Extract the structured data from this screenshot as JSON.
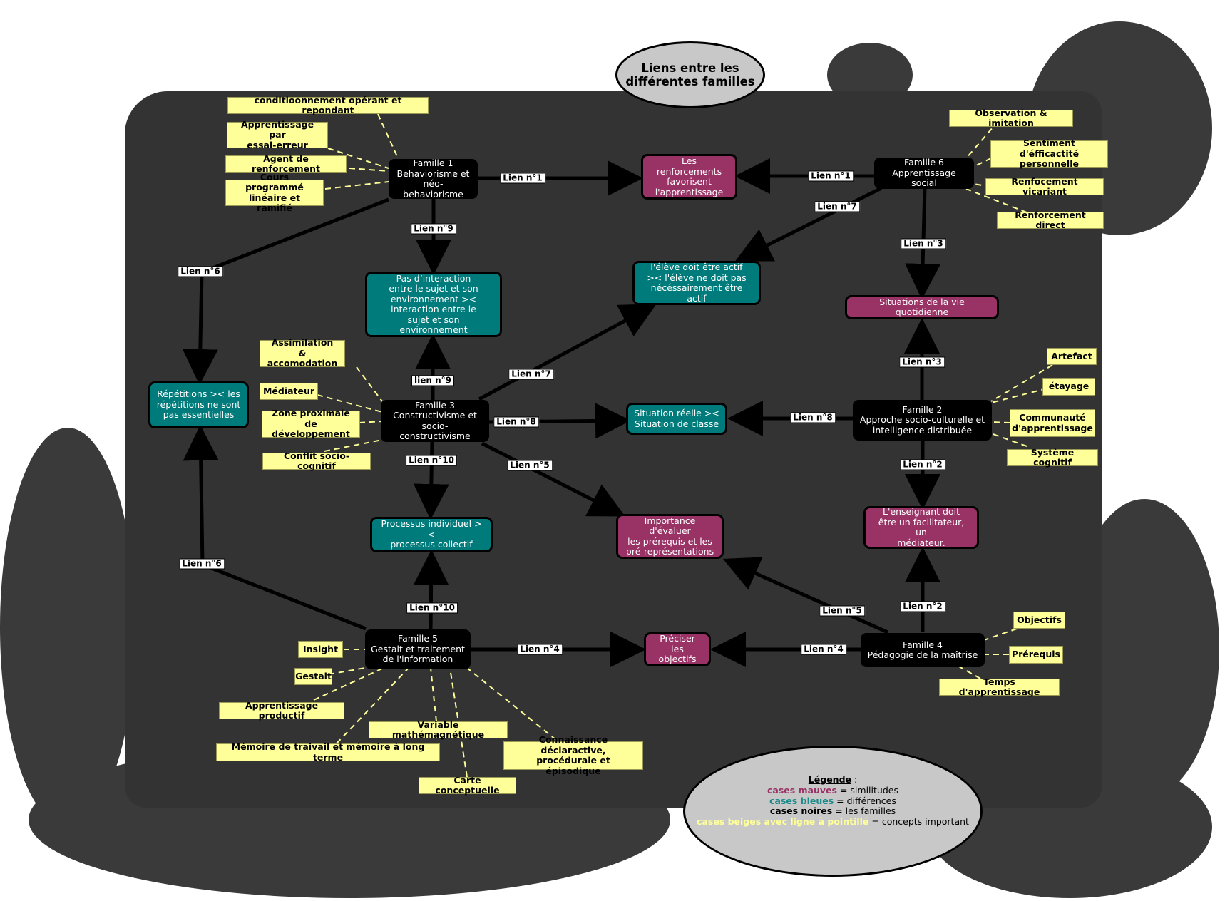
{
  "title": "Liens entre les\ndifférentes familles",
  "colors": {
    "background_panel": "#333333",
    "family": "#000000",
    "similarity_mauve": "#993366",
    "difference_teal": "#007b7b",
    "concept_beige": "#ffff99",
    "dashed_line": "#ffff99",
    "oval": "#c8c8c8"
  },
  "families": {
    "f1": "Famille 1\nBehaviorisme et\nnéo-behaviorisme",
    "f2": "Famille 2\nApproche socio-culturelle et\nintelligence distribuée",
    "f3": "Famille 3\nConstructivisme et\nsocio-constructivisme",
    "f4": "Famille 4\nPédagogie de la maîtrise",
    "f5": "Famille 5\nGestalt et traitement\nde l'information",
    "f6": "Famille 6\nApprentissage social"
  },
  "similarities": {
    "renforcements": "Les renforcements\nfavorisent\nl'apprentissage",
    "vie_quotidienne": "Situations de la vie quotidienne",
    "enseignant": "L'enseignant doit\nêtre un facilitateur, un\nmédiateur.",
    "prerequis": "Importance d'évaluer\nles prérequis et les\npré-représentations",
    "objectifs": "Préciser\nles objectifs"
  },
  "differences": {
    "interaction": "Pas d’interaction\nentre le sujet et son\nenvironnement ><\ninteraction entre le\nsujet et son environnement",
    "actif": "l'élève doit être actif\n>< l'élève ne doit pas\nnécéssairement être actif",
    "repetitions": "Répétitions >< les\nrépétitions ne sont\npas essentielles",
    "situation": "Situation réelle ><\nSituation de classe",
    "processus": "Processus individuel ><\nprocessus collectif"
  },
  "concepts": {
    "f1": [
      "conditioonnement opérant et repondant",
      "Apprentissage par\nessai-erreur",
      "Agent de renforcement",
      "Cours programmé\nlinéaire et ramifié"
    ],
    "f6": [
      "Observation & imitation",
      "Sentiment d'éfficactité\npersonnelle",
      "Renfocement vicariant",
      "Renforcement direct"
    ],
    "f3": [
      "Assimilation\n& accomodation",
      "Médiateur",
      "Zone proximale\nde développement",
      "Conflit socio-cognitif"
    ],
    "f2": [
      "Artefact",
      "étayage",
      "Communauté\nd'apprentissage",
      "Système cognitif"
    ],
    "f4": [
      "Objectifs",
      "Prérequis",
      "Temps d'apprentissage"
    ],
    "f5": [
      "Insight",
      "Gestalt",
      "Apprentissage productif",
      "Variable mathémagnétique",
      "Mémoire de traivail et mémoire à long terme",
      "Carte conceptuelle",
      "Connaissance déclaractive,\nprocédurale et épisodique"
    ]
  },
  "links": {
    "l1a": "Lien n°1",
    "l1b": "Lien n°1",
    "l2a": "Lien n°2",
    "l2b": "Lien n°2",
    "l3a": "Lien n°3",
    "l3b": "Lien n°3",
    "l4a": "Lien n°4",
    "l4b": "Lien n°4",
    "l5a": "Lien n°5",
    "l5b": "Lien n°5",
    "l6a": "Lien n°6",
    "l6b": "Lien n°6",
    "l7a": "Lien n°7",
    "l7b": "Lien n°7",
    "l8a": "Lien n°8",
    "l8b": "Lien n°8",
    "l9a": "Lien n°9",
    "l9b": "lien n°9",
    "l10a": "Lien n°10",
    "l10b": "Lien n°10"
  },
  "legend": {
    "title": "Légende",
    "sep": " :",
    "rows": [
      {
        "key": "cases mauves",
        "value": " = similitudes",
        "color": "#993366"
      },
      {
        "key": "cases bleues",
        "value": " = différences",
        "color": "#1a8a8a"
      },
      {
        "key": "cases noires",
        "value": " = les familles",
        "color": "#000000"
      },
      {
        "key": "cases beiges avec ligne à pointillé",
        "value": " = concepts important",
        "color": "#ffff99"
      }
    ]
  }
}
